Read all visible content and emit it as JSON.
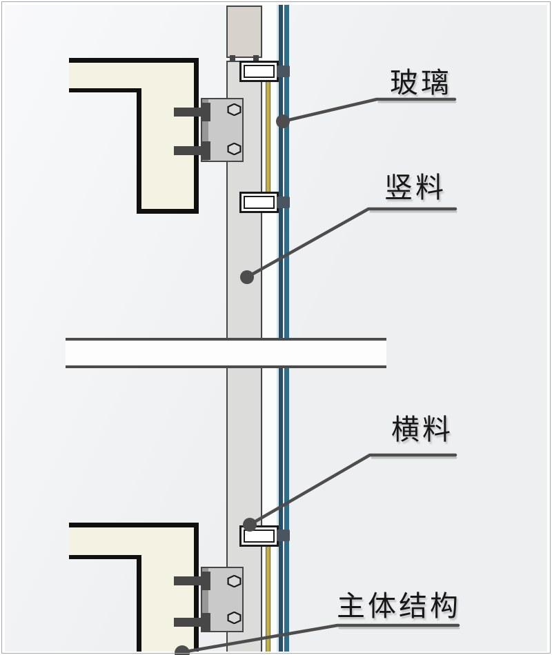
{
  "annotations": {
    "glass": {
      "label": "玻璃"
    },
    "vertical_mullion": {
      "label": "竖料"
    },
    "horizontal_rail": {
      "label": "横料"
    },
    "main_structure": {
      "label": "主体结构"
    }
  },
  "colors": {
    "background_top": "#f8f9fa",
    "background": "#edeff1",
    "canvas_white_strip": "#fbfcfc",
    "frame_border": "#a2a8ac",
    "outline_black": "#101010",
    "concrete_fill": "#f4f2e3",
    "metal_light": "#dcdcdb",
    "metal_edge": "#454545",
    "splice_fill": "#d7d3cc",
    "bracket_fill": "#c9c9c9",
    "embed_strip": "#989898",
    "bolt_dark": "#474747",
    "hex_fill": "#d9d9d9",
    "gasket_yellow": "#c2ae4d",
    "gasket_edge": "#6a6028",
    "glass_outer": "#2b4e67",
    "glass_inner": "#2f6e88",
    "glass_highlight": "#cde6ef",
    "cap_white": "#ffffff",
    "cap_border": "#1a1a1a",
    "fixing_block": "#4a5560",
    "break_line": "#4b4b4b",
    "break_band": "#fdfdfd",
    "leader_gray": "#4d4d4d",
    "label_text": "#171717"
  }
}
